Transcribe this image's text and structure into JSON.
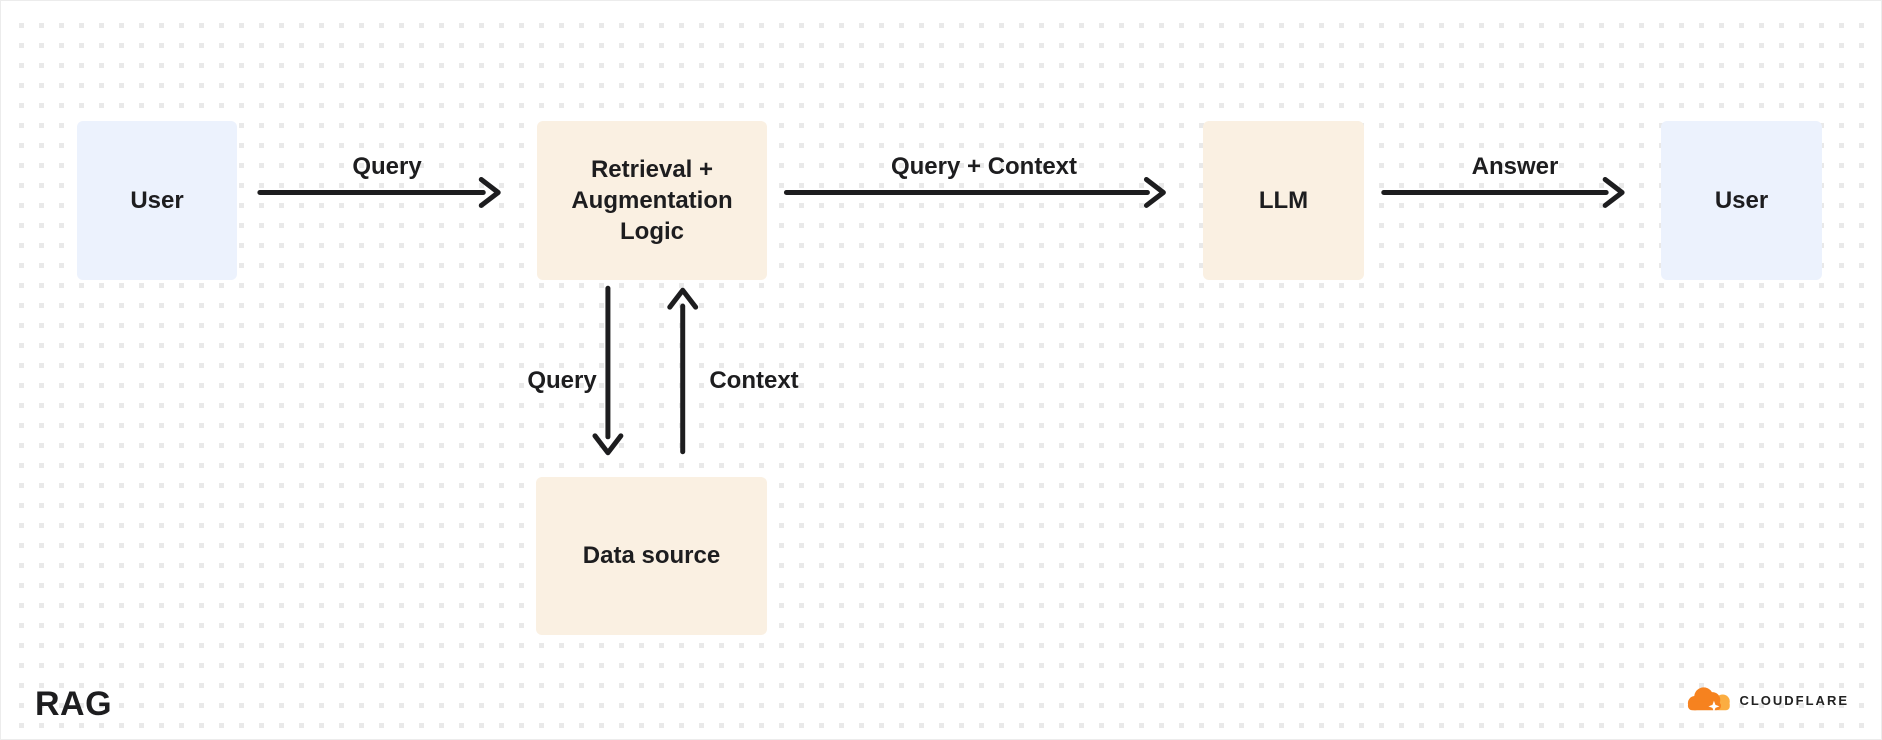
{
  "diagram": {
    "title": "RAG",
    "nodes": [
      {
        "id": "user-left",
        "label": "User",
        "kind": "user"
      },
      {
        "id": "retrieval",
        "label": "Retrieval + Augmentation Logic",
        "kind": "process"
      },
      {
        "id": "llm",
        "label": "LLM",
        "kind": "process"
      },
      {
        "id": "user-right",
        "label": "User",
        "kind": "user"
      },
      {
        "id": "data-source",
        "label": "Data source",
        "kind": "process"
      }
    ],
    "edges": [
      {
        "label": "Query",
        "from": "user-left",
        "to": "retrieval",
        "direction": "right"
      },
      {
        "label": "Query + Context",
        "from": "retrieval",
        "to": "llm",
        "direction": "right"
      },
      {
        "label": "Answer",
        "from": "llm",
        "to": "user-right",
        "direction": "right"
      },
      {
        "label": "Query",
        "from": "retrieval",
        "to": "data-source",
        "direction": "down"
      },
      {
        "label": "Context",
        "from": "data-source",
        "to": "retrieval",
        "direction": "up"
      }
    ]
  },
  "brand": {
    "name": "CLOUDFLARE"
  },
  "colors": {
    "user_box": "#ecf2fd",
    "process_box": "#faf0e2",
    "ink": "#1d1d1f",
    "dot": "#e9e9e9",
    "brand_orange": "#f6821f",
    "brand_orange_light": "#fbad41"
  }
}
